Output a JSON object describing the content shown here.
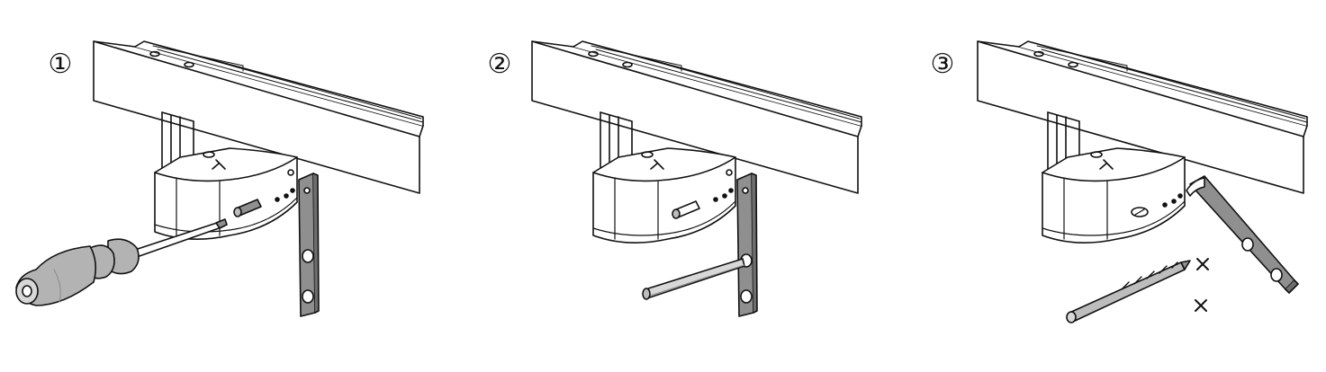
{
  "steps": [
    {
      "number": "①",
      "tool": "screwdriver-icon"
    },
    {
      "number": "②",
      "tool": "hex-key-icon"
    },
    {
      "number": "③",
      "tool": "drill-bit-icon"
    }
  ],
  "colors": {
    "line": "#111111",
    "steel": "#8f8f8f",
    "steel_light": "#bdbdbd",
    "handle": "#b3b3b3",
    "handle_dark": "#8a8a8a",
    "outline_gray": "#cfcfcf"
  },
  "markers": {
    "mark_symbol": "×"
  }
}
